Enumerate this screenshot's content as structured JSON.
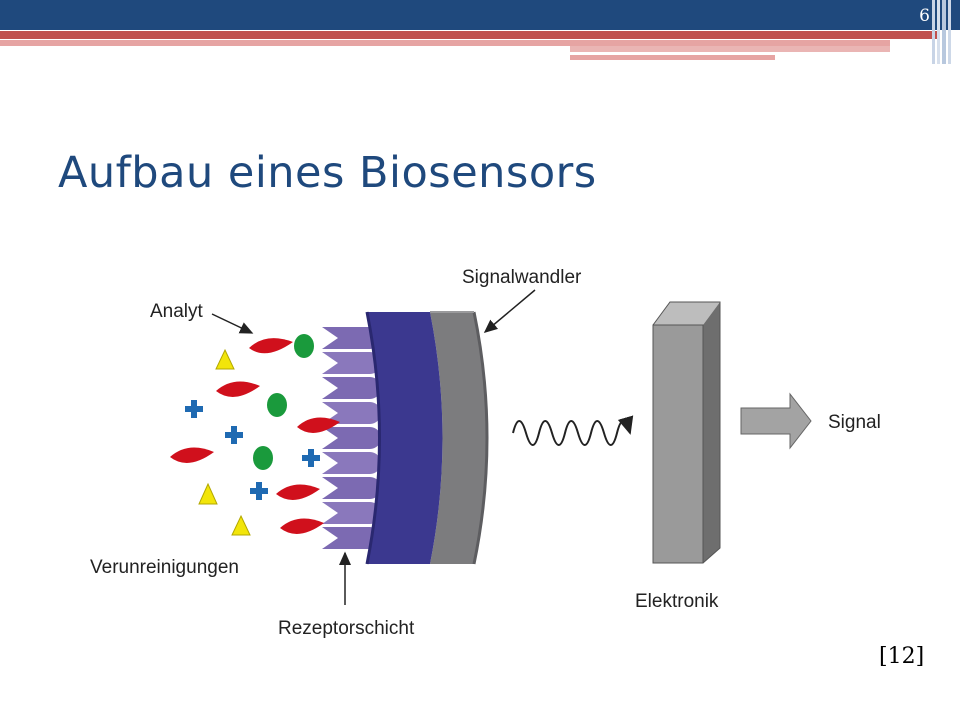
{
  "slide": {
    "number": "6",
    "title": "Aufbau eines Biosensors",
    "citation": "[12]"
  },
  "diagram": {
    "labels": {
      "analyte": "Analyt",
      "impurities": "Verunreinigungen",
      "transducer": "Signalwandler",
      "receptor_layer": "Rezeptorschicht",
      "electronics": "Elektronik",
      "signal": "Signal"
    }
  },
  "colors": {
    "header_blue": "#1f497d",
    "header_red": "#c0504d",
    "header_pink": "#e6a4a3",
    "title_blue": "#1f497d",
    "analyte_red": "#d0101c",
    "green_particle": "#1a9a3c",
    "blue_cross": "#1f6ab2",
    "yellow_triangle": "#f2e50a",
    "receptor_purple": "#7c6ab2",
    "disk_indigo": "#3b388f",
    "disk_gray": "#7c7c7e",
    "box_gray": "#9a9a9a"
  }
}
